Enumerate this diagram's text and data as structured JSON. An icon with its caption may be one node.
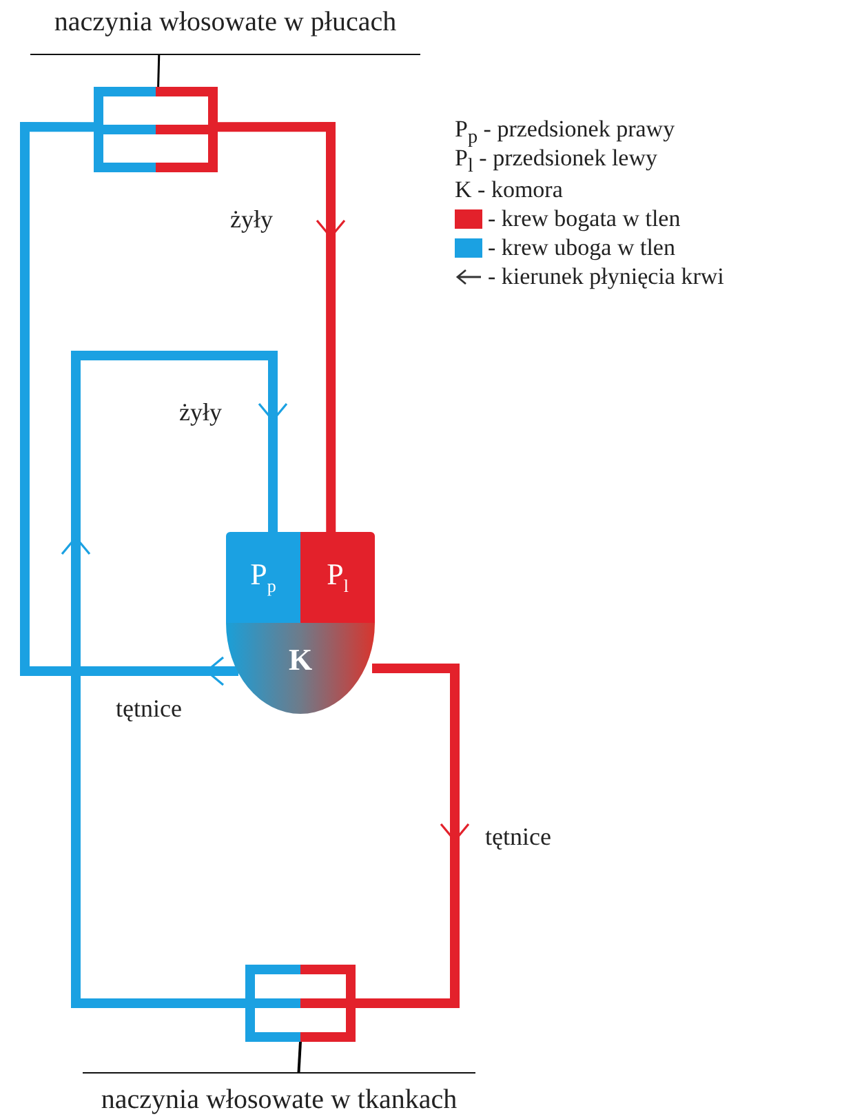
{
  "diagram": {
    "nodes": [
      {
        "text": [
          "naczynia włosowate w płucach"
        ]
      },
      {
        "text": [],
        "shape": "box"
      },
      {
        "text": [
          "P$_{p}$"
        ]
      },
      {
        "text": [
          "P$_{l}$"
        ]
      },
      {
        "text": [
          "K"
        ]
      },
      {
        "text": [],
        "shape": "box"
      },
      {
        "text": [
          "naczynia włosowate w tkankach"
        ]
      }
    ],
    "edges": [
      {
        "from": 1,
        "to": 3,
        "arrow": "to",
        "label": "żyły",
        "color": "#e3212b"
      },
      {
        "from": 4,
        "to": 1,
        "arrow": "to",
        "label": "tętnice",
        "color": "#1ba1e2"
      },
      {
        "from": 5,
        "to": 2,
        "arrow": "to",
        "label": "żyły",
        "color": "#1ba1e2"
      },
      {
        "from": 4,
        "to": 5,
        "arrow": "to",
        "label": "tętnice",
        "color": "#e3212b"
      },
      {
        "from": 0,
        "to": 1,
        "arrow": "none",
        "color": "#000000"
      },
      {
        "from": 6,
        "to": 5,
        "arrow": "none",
        "color": "#000000"
      }
    ],
    "labels": [
      "P$_{p}$ - przedsionek prawy",
      "P$_{l}$ - przedsionek lewy",
      "K - komora"
    ],
    "legend": [
      {
        "text": "- krew bogata w tlen",
        "color": "#e3212b"
      },
      {
        "text": "- krew uboga w tlen",
        "color": "#1ba1e2"
      },
      {
        "text": "- kierunek płynięcia krwi"
      }
    ]
  }
}
